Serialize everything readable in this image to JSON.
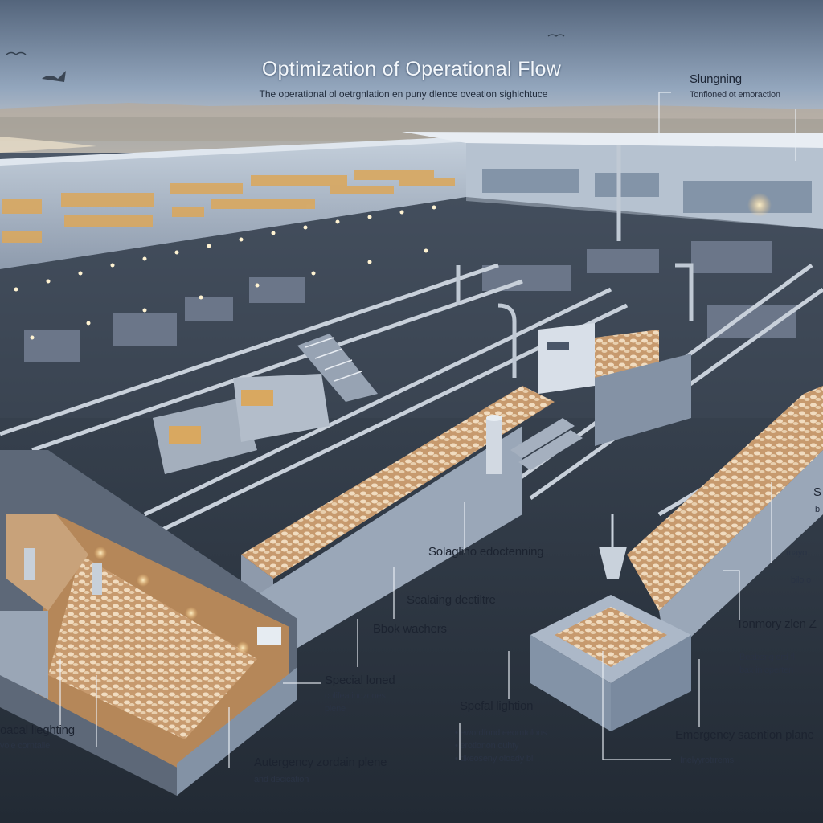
{
  "title": "Optimization of Operational Flow",
  "subtitle": "The operational ol oetrgnlation en puny dlence oveation sighlchtuce",
  "callouts": {
    "top_right_title": "Slungning",
    "top_right_sub": "Tonfioned ot emoraction",
    "edge_right_1": "S",
    "edge_right_2": "b",
    "center_1": "Solaglino edoctenning",
    "center_2": "Scalaing dectiltre",
    "center_3": "Bbok wachers",
    "mid_right_1": "mayo",
    "mid_right_2": "bilo o",
    "temporary_zone": "Tonmory zlen Z",
    "temporary_sub": "Beabong ord fl",
    "temporary_sub2": "bax in operten",
    "special_loaded_1": "Special loned",
    "special_loaded_2": "colifeatinozones",
    "special_loaded_3": "plene",
    "special_lighting_center": "Spefal lightion",
    "bullet_1": "• ewordfond eeorntolons",
    "bullet_2": "• erotionon ouhty",
    "bullet_3": "• dkeoseny oloady bl",
    "emergency_right": "Emergency saention plane",
    "emergency_right_sub": "Inelyyrotrrems",
    "left_special_lighting": "oacal lieghting",
    "left_special_sub": "vole corntaile",
    "bottom_emergency": "Autergency zordain plene",
    "bottom_emergency_sub": "and decication"
  },
  "colors": {
    "sky_top": "#5a6d86",
    "sky_mid": "#9fb1c6",
    "horizon": "#e6dcd0",
    "floor": "#2b3440",
    "building": "#a8b6c8",
    "product": "#e6c9a0",
    "light": "#ffdca0"
  }
}
